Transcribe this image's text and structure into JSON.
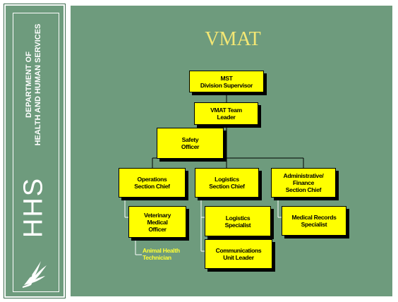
{
  "sidebar": {
    "department_line1": "DEPARTMENT OF",
    "department_line2": "HEALTH AND HUMAN SERVICES",
    "logo_text": "HHS",
    "emblem": "hhs-eagle-icon"
  },
  "slide": {
    "title": "VMAT"
  },
  "org_chart": {
    "mst_supervisor": "MST\nDivision Supervisor",
    "team_leader": "VMAT Team\nLeader",
    "safety_officer": "Safety\nOfficer",
    "operations_chief": "Operations\nSection Chief",
    "logistics_chief": "Logistics\nSection Chief",
    "admin_finance_chief": "Administrative/\nFinance\nSection Chief",
    "veterinary_officer": "Veterinary\nMedical\nOfficer",
    "animal_health_technician": "Animal Health\nTechnician",
    "logistics_specialist": "Logistics\nSpecialist",
    "communications_leader": "Communications\nUnit Leader",
    "medical_records_specialist": "Medical Records\nSpecialist"
  },
  "colors": {
    "background": "#6e9b7d",
    "box_fill": "#ffff00",
    "title": "#f3e774",
    "technician_text": "#ffff33"
  }
}
